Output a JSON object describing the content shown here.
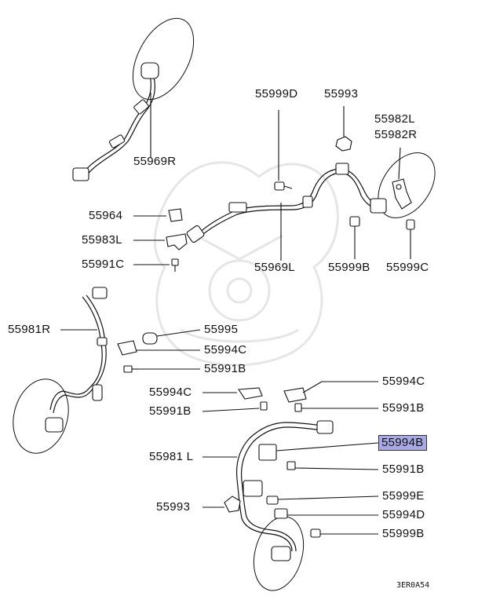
{
  "parts": [
    {
      "id": "p55969R",
      "text": "55969R",
      "highlighted": false
    },
    {
      "id": "p55999D",
      "text": "55999D",
      "highlighted": false
    },
    {
      "id": "p55993a",
      "text": "55993",
      "highlighted": false
    },
    {
      "id": "p55982L",
      "text": "55982L",
      "highlighted": false
    },
    {
      "id": "p55982R",
      "text": "55982R",
      "highlighted": false
    },
    {
      "id": "p55964",
      "text": "55964",
      "highlighted": false
    },
    {
      "id": "p55983L",
      "text": "55983L",
      "highlighted": false
    },
    {
      "id": "p55991Ca",
      "text": "55991C",
      "highlighted": false
    },
    {
      "id": "p55969L",
      "text": "55969L",
      "highlighted": false
    },
    {
      "id": "p55999B",
      "text": "55999B",
      "highlighted": false
    },
    {
      "id": "p55999C",
      "text": "55999C",
      "highlighted": false
    },
    {
      "id": "p55981R",
      "text": "55981R",
      "highlighted": false
    },
    {
      "id": "p55995",
      "text": "55995",
      "highlighted": false
    },
    {
      "id": "p55994Ca",
      "text": "55994C",
      "highlighted": false
    },
    {
      "id": "p55991Ba",
      "text": "55991B",
      "highlighted": false
    },
    {
      "id": "p55994Cb",
      "text": "55994C",
      "highlighted": false
    },
    {
      "id": "p55994Cc",
      "text": "55994C",
      "highlighted": false
    },
    {
      "id": "p55991Bb",
      "text": "55991B",
      "highlighted": false
    },
    {
      "id": "p55991Bc",
      "text": "55991B",
      "highlighted": false
    },
    {
      "id": "p55994B",
      "text": "55994B",
      "highlighted": true
    },
    {
      "id": "p55981L",
      "text": "55981 L",
      "highlighted": false
    },
    {
      "id": "p55991Bd",
      "text": "55991B",
      "highlighted": false
    },
    {
      "id": "p55993b",
      "text": "55993",
      "highlighted": false
    },
    {
      "id": "p55999E",
      "text": "55999E",
      "highlighted": false
    },
    {
      "id": "p55994D",
      "text": "55994D",
      "highlighted": false
    },
    {
      "id": "p55999Bb",
      "text": "55999B",
      "highlighted": false
    }
  ],
  "drawing_code": "3ER0A54",
  "colors": {
    "highlight": "#a9a9e6",
    "ink": "#111111",
    "watermark": "#e6e6e6"
  }
}
